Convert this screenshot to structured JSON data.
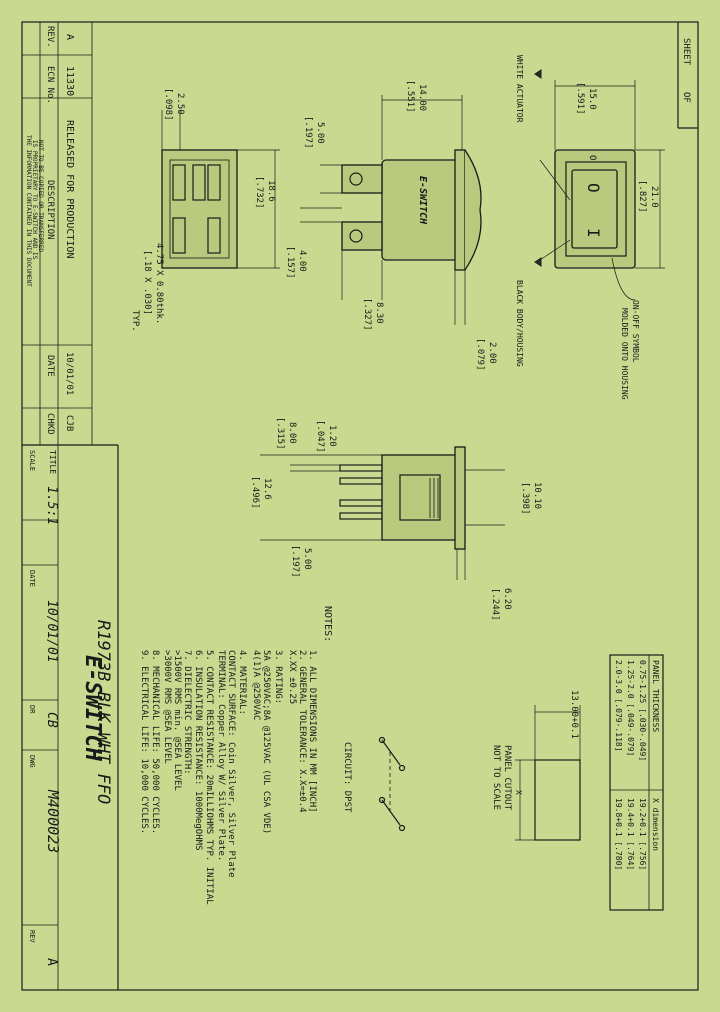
{
  "title_block": {
    "rev_header": "REV.",
    "ecn_header": "ECN No.",
    "description_header": "DESCRIPTION",
    "date_header": "DATE",
    "chkd_header": "CHKD",
    "rev": "A",
    "ecn": "11330",
    "description": "RELEASED FOR PRODUCTION",
    "date": "10/01/01",
    "chkd": "CJB",
    "sheet_label": "SHEET",
    "of_label": "OF",
    "title_label": "TITLE",
    "title": "R1973B BLK WHT FFO",
    "scale_label": "SCALE",
    "scale": "1.5:1",
    "date_label": "DATE",
    "drawn_date": "10/01/01",
    "dr_label": "DR",
    "drawn_by": "CB",
    "dwg_label": "DWG",
    "dwg_no": "M400023",
    "rev_label": "REV",
    "rev_letter": "A",
    "company": "E-SWITCH",
    "proprietary": [
      "THE INFORMATION CONTAINED IN THIS DOCUMENT",
      "IS PROPRIETARY TO E-SWITCH AND IS",
      "NOT TO BE COPIED OR TRANSFERRED"
    ]
  },
  "callouts": {
    "white_actuator": "WHITE ACTUATOR",
    "black_body": "BLACK BODY/HOUSING",
    "on_off_symbol": "ON-OFF SYMBOL",
    "molded_housing": "MOLDED ONTO HOUSING",
    "body_logo": "E-SWITCH",
    "terminal_size": [
      "4.75 X 0.80thk.",
      "[.18 X .030]",
      "TYP."
    ],
    "panel_cutout": [
      "PANEL CUTOUT",
      "NOT TO SCALE"
    ],
    "circuit": "CIRCUIT:  DPST",
    "symbol_o": "O",
    "symbol_i": "I"
  },
  "dimensions": {
    "d15": [
      "15.0",
      "[.591]"
    ],
    "d21": [
      "21.0",
      "[.827]"
    ],
    "d14": [
      "14.00",
      "[.551]"
    ],
    "d5a": [
      "5.00",
      "[.197]"
    ],
    "d250": [
      "2.50",
      "[.098]"
    ],
    "d186": [
      "18.6",
      "[.732]"
    ],
    "d4": [
      "4.00",
      "[.157]"
    ],
    "d830": [
      "8.30",
      "[.327]"
    ],
    "d2": [
      "2.00",
      "[.079]"
    ],
    "d120": [
      "1.20",
      "[.047]"
    ],
    "d8": [
      "8.00",
      "[.315]"
    ],
    "d126": [
      "12.6",
      "[.496]"
    ],
    "d5b": [
      "5.00",
      "[.197]"
    ],
    "d1010": [
      "10.10",
      "[.398]"
    ],
    "d620": [
      "6.20",
      "[.244]"
    ],
    "d13": "13.00+0.1"
  },
  "panel_table": {
    "headers": [
      "PANEL THICKNESS",
      "X dimension"
    ],
    "rows": [
      [
        "0.75-1.25 [.030-.049]",
        "19.2+0.1 [.756]"
      ],
      [
        "1.25-2.0 [.049-.079]",
        "19.4+0.1 [.764]"
      ],
      [
        "2.0-3.0 [.079-.118]",
        "19.8+0.1 [.780]"
      ]
    ]
  },
  "notes": {
    "heading": "NOTES:",
    "lines": [
      "1.  ALL DIMENSIONS IN MM [INCH]",
      "2.  GENERAL TOLERANCE: X.X=±0.4",
      "                        X.XX  ±0.25",
      "3.  RATING:",
      "     5A @250VAC;8A @125VAC (UL CSA VDE)",
      "     4(1)A @250VAC",
      "4.  MATERIAL:",
      "     CONTACT SURFACE: Coin Silver, Silver Plate",
      "     TERMINAL: Copper Alloy W/ Silver Plate.",
      "5.  CONTACT RESISTANCE: 20mILLIOHMS TYP. INITIAL",
      "6.  INSULATION RESISTANCE: 1000MegOHMS",
      "7.  DIELECTRIC STRENGTH:",
      "     >1500V RMS min. @SEA LEVEL",
      "     >3000V RMS @SEA LEVEL",
      "8.  MECHANICAL LIFE: 50,000 CYCLES.",
      "9.  ELECTRICAL LIFE: 10,000 CYCLES."
    ]
  },
  "colors": {
    "background": "#c9d98f",
    "ink": "#1a1a1a",
    "part_fill": "#b9c97d"
  }
}
